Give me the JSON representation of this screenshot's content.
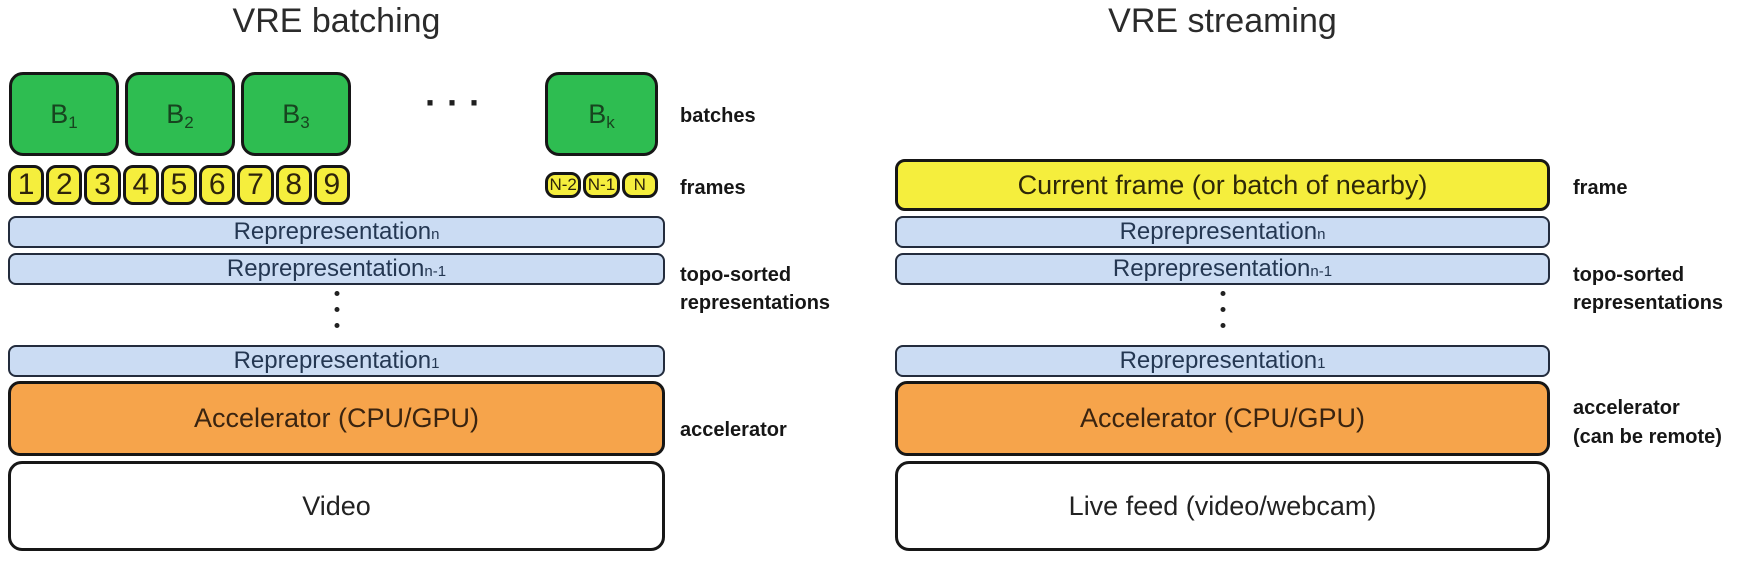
{
  "left": {
    "title": "VRE batching",
    "batches": [
      {
        "base": "B",
        "sub": "1"
      },
      {
        "base": "B",
        "sub": "2"
      },
      {
        "base": "B",
        "sub": "3"
      },
      {
        "base": "B",
        "sub": "k"
      }
    ],
    "batches_ellipsis": "···",
    "frames": [
      "1",
      "2",
      "3",
      "4",
      "5",
      "6",
      "7",
      "8",
      "9"
    ],
    "frames_tail": [
      "N-2",
      "N-1",
      "N"
    ],
    "representations": [
      {
        "base": "Reprepresentation",
        "sub": "n"
      },
      {
        "base": "Reprepresentation",
        "sub": "n-1"
      },
      {
        "base": "Reprepresentation",
        "sub": "1"
      }
    ],
    "accelerator": "Accelerator (CPU/GPU)",
    "source": "Video",
    "labels": {
      "batches": "batches",
      "frames": "frames",
      "topo_line1": "topo-sorted",
      "topo_line2": "representations",
      "accelerator": "accelerator"
    }
  },
  "right": {
    "title": "VRE streaming",
    "frame_bar": "Current frame (or batch of nearby)",
    "representations": [
      {
        "base": "Reprepresentation",
        "sub": "n"
      },
      {
        "base": "Reprepresentation",
        "sub": "n-1"
      },
      {
        "base": "Reprepresentation",
        "sub": "1"
      }
    ],
    "accelerator": "Accelerator (CPU/GPU)",
    "source": "Live feed (video/webcam)",
    "labels": {
      "frame": "frame",
      "topo_line1": "topo-sorted",
      "topo_line2": "representations",
      "accelerator_line1": "accelerator",
      "accelerator_line2": "(can be remote)"
    }
  },
  "colors": {
    "batch_green": "#2ebd51",
    "frame_yellow": "#f5ee3d",
    "representation_blue": "#cbdcf3",
    "accelerator_orange": "#f6a44b",
    "box_border": "#161616",
    "rep_border": "#232c3d",
    "rep_text": "#243752"
  }
}
